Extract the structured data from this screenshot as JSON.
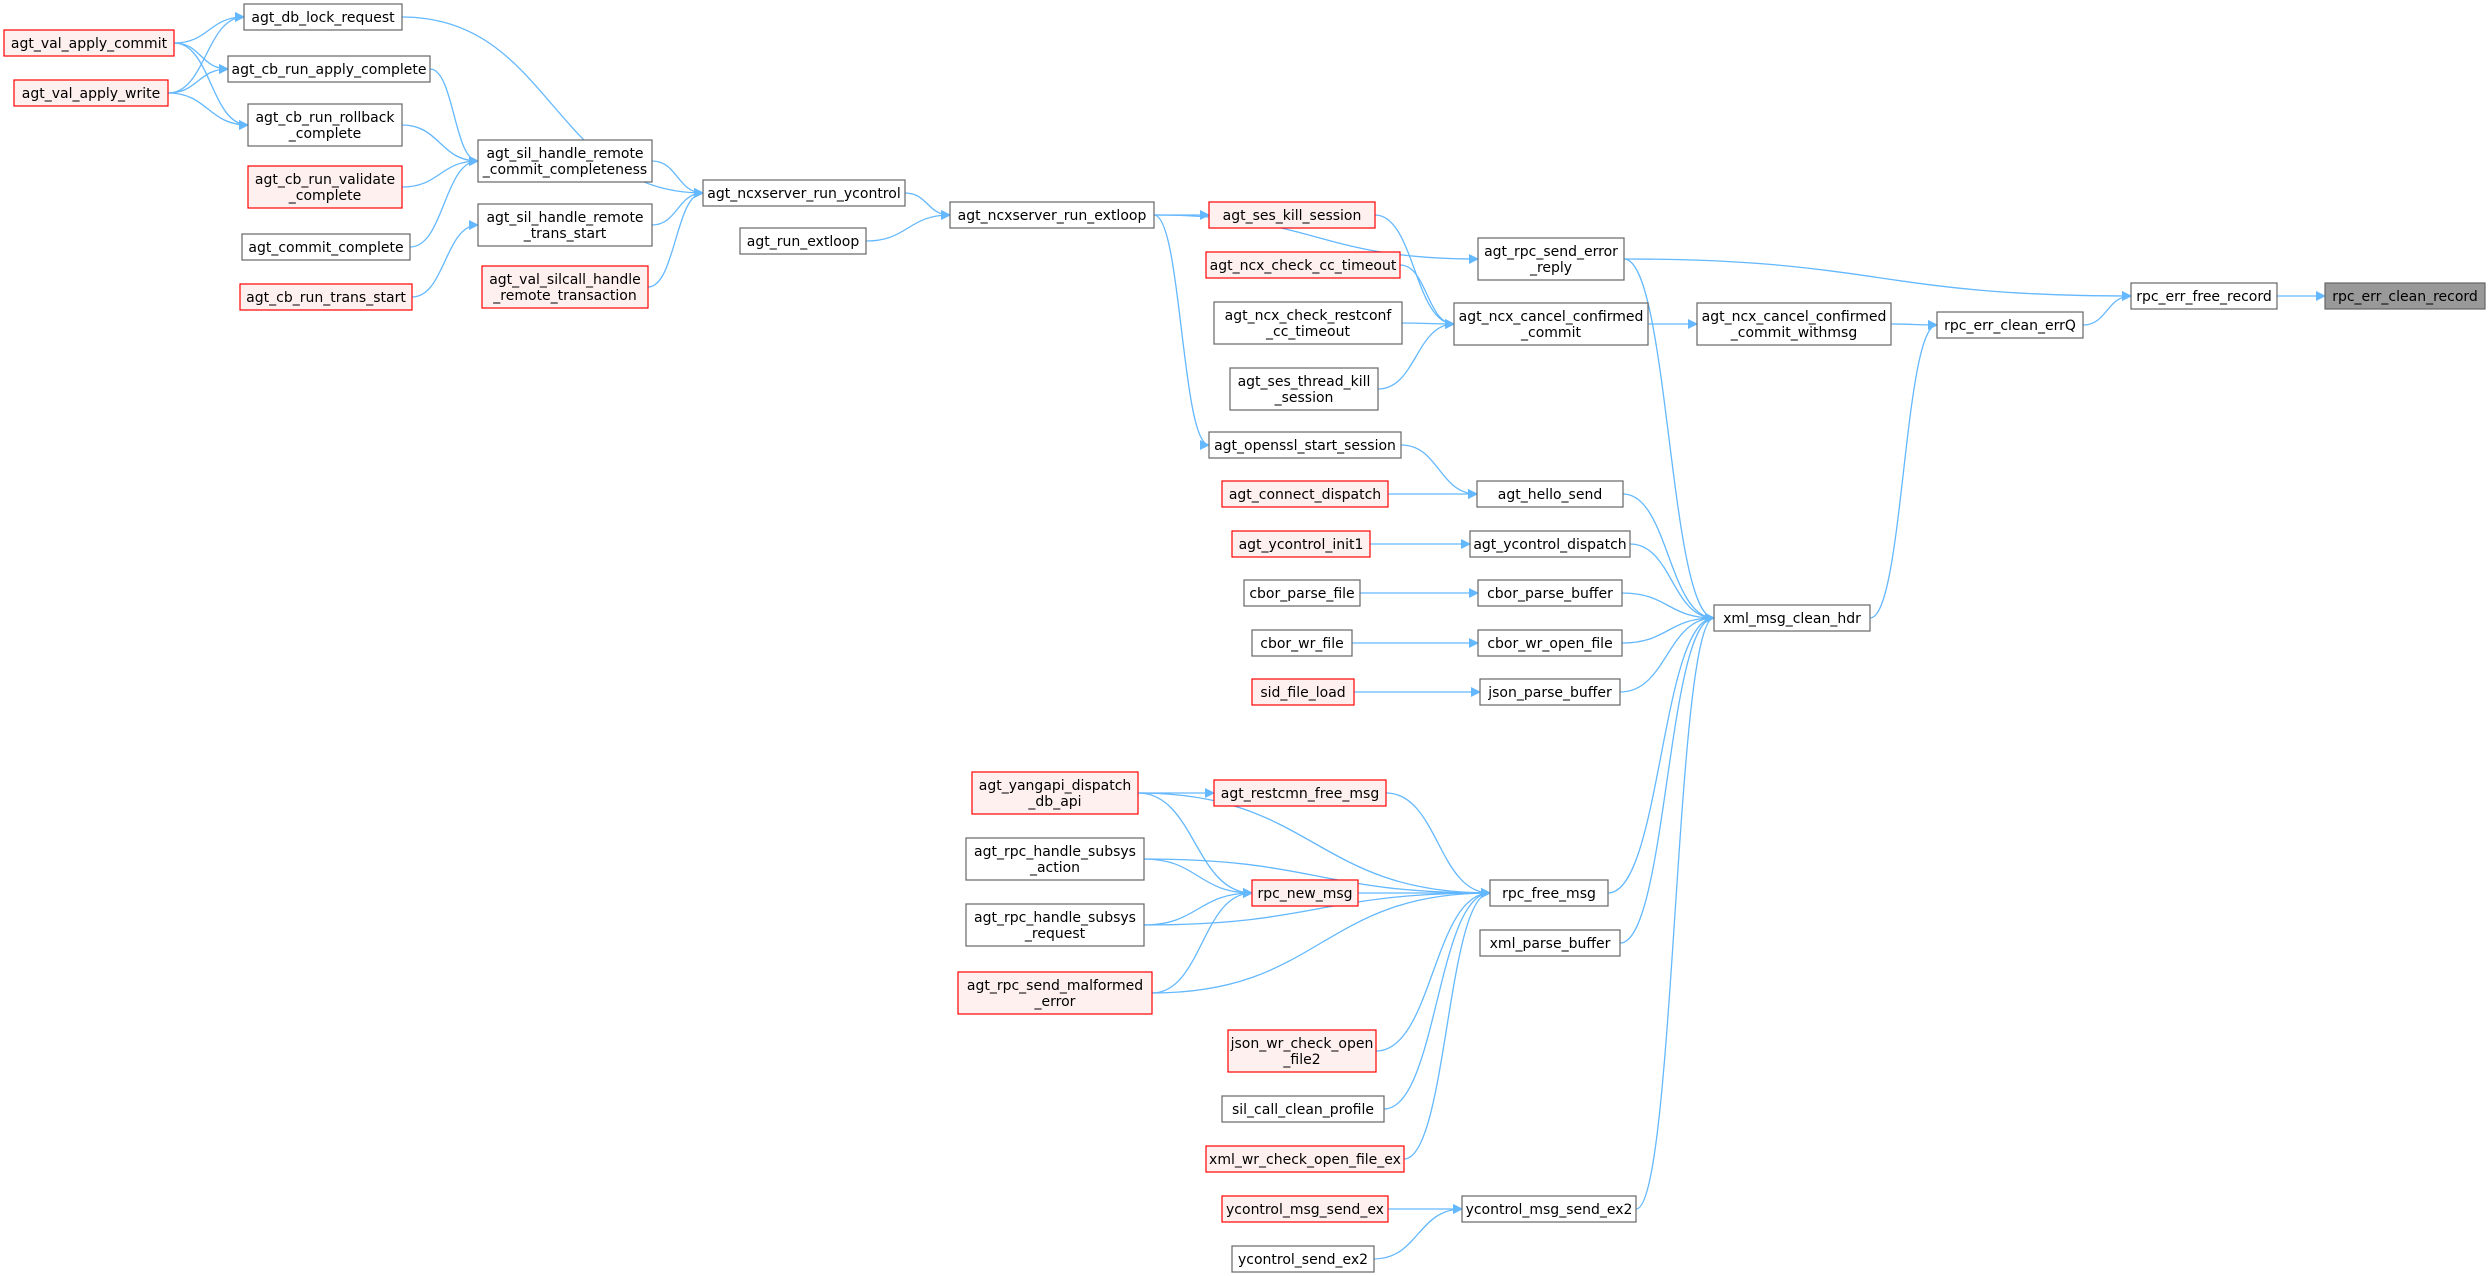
{
  "colors": {
    "edge": "#63b8ff",
    "node_border_normal": "#666666",
    "node_border_red": "#ff0000",
    "node_fill_red": "#fff0f0",
    "node_fill_focus": "#999999",
    "text": "#000000"
  },
  "nodes": [
    {
      "id": "focus",
      "lines": [
        "rpc_err_clean_record"
      ],
      "style": "focus"
    },
    {
      "id": "free_record",
      "lines": [
        "rpc_err_free_record"
      ],
      "style": "normal"
    },
    {
      "id": "clean_errq",
      "lines": [
        "rpc_err_clean_errQ"
      ],
      "style": "normal"
    },
    {
      "id": "send_error_reply",
      "lines": [
        "agt_rpc_send_error",
        "_reply"
      ],
      "style": "normal"
    },
    {
      "id": "ncx_cancel_withmsg",
      "lines": [
        "agt_ncx_cancel_confirmed",
        "_commit_withmsg"
      ],
      "style": "normal"
    },
    {
      "id": "xml_msg_clean_hdr",
      "lines": [
        "xml_msg_clean_hdr"
      ],
      "style": "normal"
    },
    {
      "id": "ncx_cancel",
      "lines": [
        "agt_ncx_cancel_confirmed",
        "_commit"
      ],
      "style": "normal"
    },
    {
      "id": "hello_send",
      "lines": [
        "agt_hello_send"
      ],
      "style": "normal"
    },
    {
      "id": "ycontrol_dispatch",
      "lines": [
        "agt_ycontrol_dispatch"
      ],
      "style": "normal"
    },
    {
      "id": "cbor_parse_buffer",
      "lines": [
        "cbor_parse_buffer"
      ],
      "style": "normal"
    },
    {
      "id": "cbor_wr_open_file",
      "lines": [
        "cbor_wr_open_file"
      ],
      "style": "normal"
    },
    {
      "id": "json_parse_buffer",
      "lines": [
        "json_parse_buffer"
      ],
      "style": "normal"
    },
    {
      "id": "rpc_free_msg",
      "lines": [
        "rpc_free_msg"
      ],
      "style": "normal"
    },
    {
      "id": "xml_parse_buffer",
      "lines": [
        "xml_parse_buffer"
      ],
      "style": "normal"
    },
    {
      "id": "ycontrol_msg_send_ex2",
      "lines": [
        "ycontrol_msg_send_ex2"
      ],
      "style": "normal"
    },
    {
      "id": "ses_kill_session",
      "lines": [
        "agt_ses_kill_session"
      ],
      "style": "red"
    },
    {
      "id": "ncx_check_cc_timeout",
      "lines": [
        "agt_ncx_check_cc_timeout"
      ],
      "style": "red"
    },
    {
      "id": "ncx_check_restconf",
      "lines": [
        "agt_ncx_check_restconf",
        "_cc_timeout"
      ],
      "style": "normal"
    },
    {
      "id": "ses_thread_kill",
      "lines": [
        "agt_ses_thread_kill",
        "_session"
      ],
      "style": "normal"
    },
    {
      "id": "openssl_start",
      "lines": [
        "agt_openssl_start_session"
      ],
      "style": "normal"
    },
    {
      "id": "connect_dispatch",
      "lines": [
        "agt_connect_dispatch"
      ],
      "style": "red"
    },
    {
      "id": "ycontrol_init1",
      "lines": [
        "agt_ycontrol_init1"
      ],
      "style": "red"
    },
    {
      "id": "cbor_parse_file",
      "lines": [
        "cbor_parse_file"
      ],
      "style": "normal"
    },
    {
      "id": "cbor_wr_file",
      "lines": [
        "cbor_wr_file"
      ],
      "style": "normal"
    },
    {
      "id": "sid_file_load",
      "lines": [
        "sid_file_load"
      ],
      "style": "red"
    },
    {
      "id": "restcmn_free_msg",
      "lines": [
        "agt_restcmn_free_msg"
      ],
      "style": "red"
    },
    {
      "id": "rpc_new_msg",
      "lines": [
        "rpc_new_msg"
      ],
      "style": "red"
    },
    {
      "id": "yangapi_dispatch",
      "lines": [
        "agt_yangapi_dispatch",
        "_db_api"
      ],
      "style": "red"
    },
    {
      "id": "handle_subsys_action",
      "lines": [
        "agt_rpc_handle_subsys",
        "_action"
      ],
      "style": "normal"
    },
    {
      "id": "handle_subsys_request",
      "lines": [
        "agt_rpc_handle_subsys",
        "_request"
      ],
      "style": "normal"
    },
    {
      "id": "send_malformed",
      "lines": [
        "agt_rpc_send_malformed",
        "_error"
      ],
      "style": "red"
    },
    {
      "id": "json_wr_check",
      "lines": [
        "json_wr_check_open",
        "_file2"
      ],
      "style": "red"
    },
    {
      "id": "sil_call_clean",
      "lines": [
        "sil_call_clean_profile"
      ],
      "style": "normal"
    },
    {
      "id": "xml_wr_check",
      "lines": [
        "xml_wr_check_open_file_ex"
      ],
      "style": "red"
    },
    {
      "id": "ycontrol_msg_send_ex",
      "lines": [
        "ycontrol_msg_send_ex"
      ],
      "style": "red"
    },
    {
      "id": "ycontrol_send_ex2",
      "lines": [
        "ycontrol_send_ex2"
      ],
      "style": "normal"
    },
    {
      "id": "run_extloop",
      "lines": [
        "agt_ncxserver_run_extloop"
      ],
      "style": "normal"
    },
    {
      "id": "agt_run_extloop",
      "lines": [
        "agt_run_extloop"
      ],
      "style": "normal"
    },
    {
      "id": "run_ycontrol",
      "lines": [
        "agt_ncxserver_run_ycontrol"
      ],
      "style": "normal"
    },
    {
      "id": "sil_remote_commit",
      "lines": [
        "agt_sil_handle_remote",
        "_commit_completeness"
      ],
      "style": "normal"
    },
    {
      "id": "sil_remote_trans",
      "lines": [
        "agt_sil_handle_remote",
        "_trans_start"
      ],
      "style": "normal"
    },
    {
      "id": "silcall_remote",
      "lines": [
        "agt_val_silcall_handle",
        "_remote_transaction"
      ],
      "style": "red"
    },
    {
      "id": "db_lock",
      "lines": [
        "agt_db_lock_request"
      ],
      "style": "normal"
    },
    {
      "id": "cb_apply_complete",
      "lines": [
        "agt_cb_run_apply_complete"
      ],
      "style": "normal"
    },
    {
      "id": "cb_rollback",
      "lines": [
        "agt_cb_run_rollback",
        "_complete"
      ],
      "style": "normal"
    },
    {
      "id": "cb_validate",
      "lines": [
        "agt_cb_run_validate",
        "_complete"
      ],
      "style": "red"
    },
    {
      "id": "commit_complete",
      "lines": [
        "agt_commit_complete"
      ],
      "style": "normal"
    },
    {
      "id": "cb_trans_start",
      "lines": [
        "agt_cb_run_trans_start"
      ],
      "style": "red"
    },
    {
      "id": "val_apply_commit",
      "lines": [
        "agt_val_apply_commit"
      ],
      "style": "red"
    },
    {
      "id": "val_apply_write",
      "lines": [
        "agt_val_apply_write"
      ],
      "style": "red"
    }
  ],
  "edges": [
    [
      "free_record",
      "focus"
    ],
    [
      "clean_errq",
      "free_record"
    ],
    [
      "send_error_reply",
      "free_record"
    ],
    [
      "ncx_cancel_withmsg",
      "clean_errq"
    ],
    [
      "xml_msg_clean_hdr",
      "clean_errq"
    ],
    [
      "ncx_cancel",
      "ncx_cancel_withmsg"
    ],
    [
      "send_error_reply",
      "xml_msg_clean_hdr"
    ],
    [
      "hello_send",
      "xml_msg_clean_hdr"
    ],
    [
      "ycontrol_dispatch",
      "xml_msg_clean_hdr"
    ],
    [
      "cbor_parse_buffer",
      "xml_msg_clean_hdr"
    ],
    [
      "cbor_wr_open_file",
      "xml_msg_clean_hdr"
    ],
    [
      "json_parse_buffer",
      "xml_msg_clean_hdr"
    ],
    [
      "rpc_free_msg",
      "xml_msg_clean_hdr"
    ],
    [
      "xml_parse_buffer",
      "xml_msg_clean_hdr"
    ],
    [
      "ycontrol_msg_send_ex2",
      "xml_msg_clean_hdr"
    ],
    [
      "ses_kill_session",
      "ncx_cancel"
    ],
    [
      "ncx_check_cc_timeout",
      "ncx_cancel"
    ],
    [
      "ncx_check_restconf",
      "ncx_cancel"
    ],
    [
      "ses_thread_kill",
      "ncx_cancel"
    ],
    [
      "openssl_start",
      "hello_send"
    ],
    [
      "connect_dispatch",
      "hello_send"
    ],
    [
      "ycontrol_init1",
      "ycontrol_dispatch"
    ],
    [
      "cbor_parse_file",
      "cbor_parse_buffer"
    ],
    [
      "cbor_wr_file",
      "cbor_wr_open_file"
    ],
    [
      "sid_file_load",
      "json_parse_buffer"
    ],
    [
      "restcmn_free_msg",
      "rpc_free_msg"
    ],
    [
      "rpc_new_msg",
      "rpc_free_msg"
    ],
    [
      "yangapi_dispatch",
      "rpc_free_msg"
    ],
    [
      "handle_subsys_action",
      "rpc_free_msg"
    ],
    [
      "handle_subsys_request",
      "rpc_free_msg"
    ],
    [
      "send_malformed",
      "rpc_free_msg"
    ],
    [
      "json_wr_check",
      "rpc_free_msg"
    ],
    [
      "sil_call_clean",
      "rpc_free_msg"
    ],
    [
      "xml_wr_check",
      "rpc_free_msg"
    ],
    [
      "yangapi_dispatch",
      "restcmn_free_msg"
    ],
    [
      "yangapi_dispatch",
      "rpc_new_msg"
    ],
    [
      "handle_subsys_action",
      "rpc_new_msg"
    ],
    [
      "handle_subsys_request",
      "rpc_new_msg"
    ],
    [
      "send_malformed",
      "rpc_new_msg"
    ],
    [
      "ycontrol_msg_send_ex",
      "ycontrol_msg_send_ex2"
    ],
    [
      "ycontrol_send_ex2",
      "ycontrol_msg_send_ex2"
    ],
    [
      "run_extloop",
      "send_error_reply"
    ],
    [
      "run_extloop",
      "ses_kill_session"
    ],
    [
      "run_extloop",
      "openssl_start"
    ],
    [
      "agt_run_extloop",
      "run_extloop"
    ],
    [
      "run_ycontrol",
      "run_extloop"
    ],
    [
      "sil_remote_commit",
      "run_ycontrol"
    ],
    [
      "sil_remote_trans",
      "run_ycontrol"
    ],
    [
      "silcall_remote",
      "run_ycontrol"
    ],
    [
      "db_lock",
      "run_ycontrol"
    ],
    [
      "cb_apply_complete",
      "sil_remote_commit"
    ],
    [
      "cb_rollback",
      "sil_remote_commit"
    ],
    [
      "cb_validate",
      "sil_remote_commit"
    ],
    [
      "commit_complete",
      "sil_remote_commit"
    ],
    [
      "cb_trans_start",
      "sil_remote_trans"
    ],
    [
      "val_apply_commit",
      "db_lock"
    ],
    [
      "val_apply_commit",
      "cb_apply_complete"
    ],
    [
      "val_apply_commit",
      "cb_rollback"
    ],
    [
      "val_apply_write",
      "db_lock"
    ],
    [
      "val_apply_write",
      "cb_apply_complete"
    ],
    [
      "val_apply_write",
      "cb_rollback"
    ]
  ]
}
